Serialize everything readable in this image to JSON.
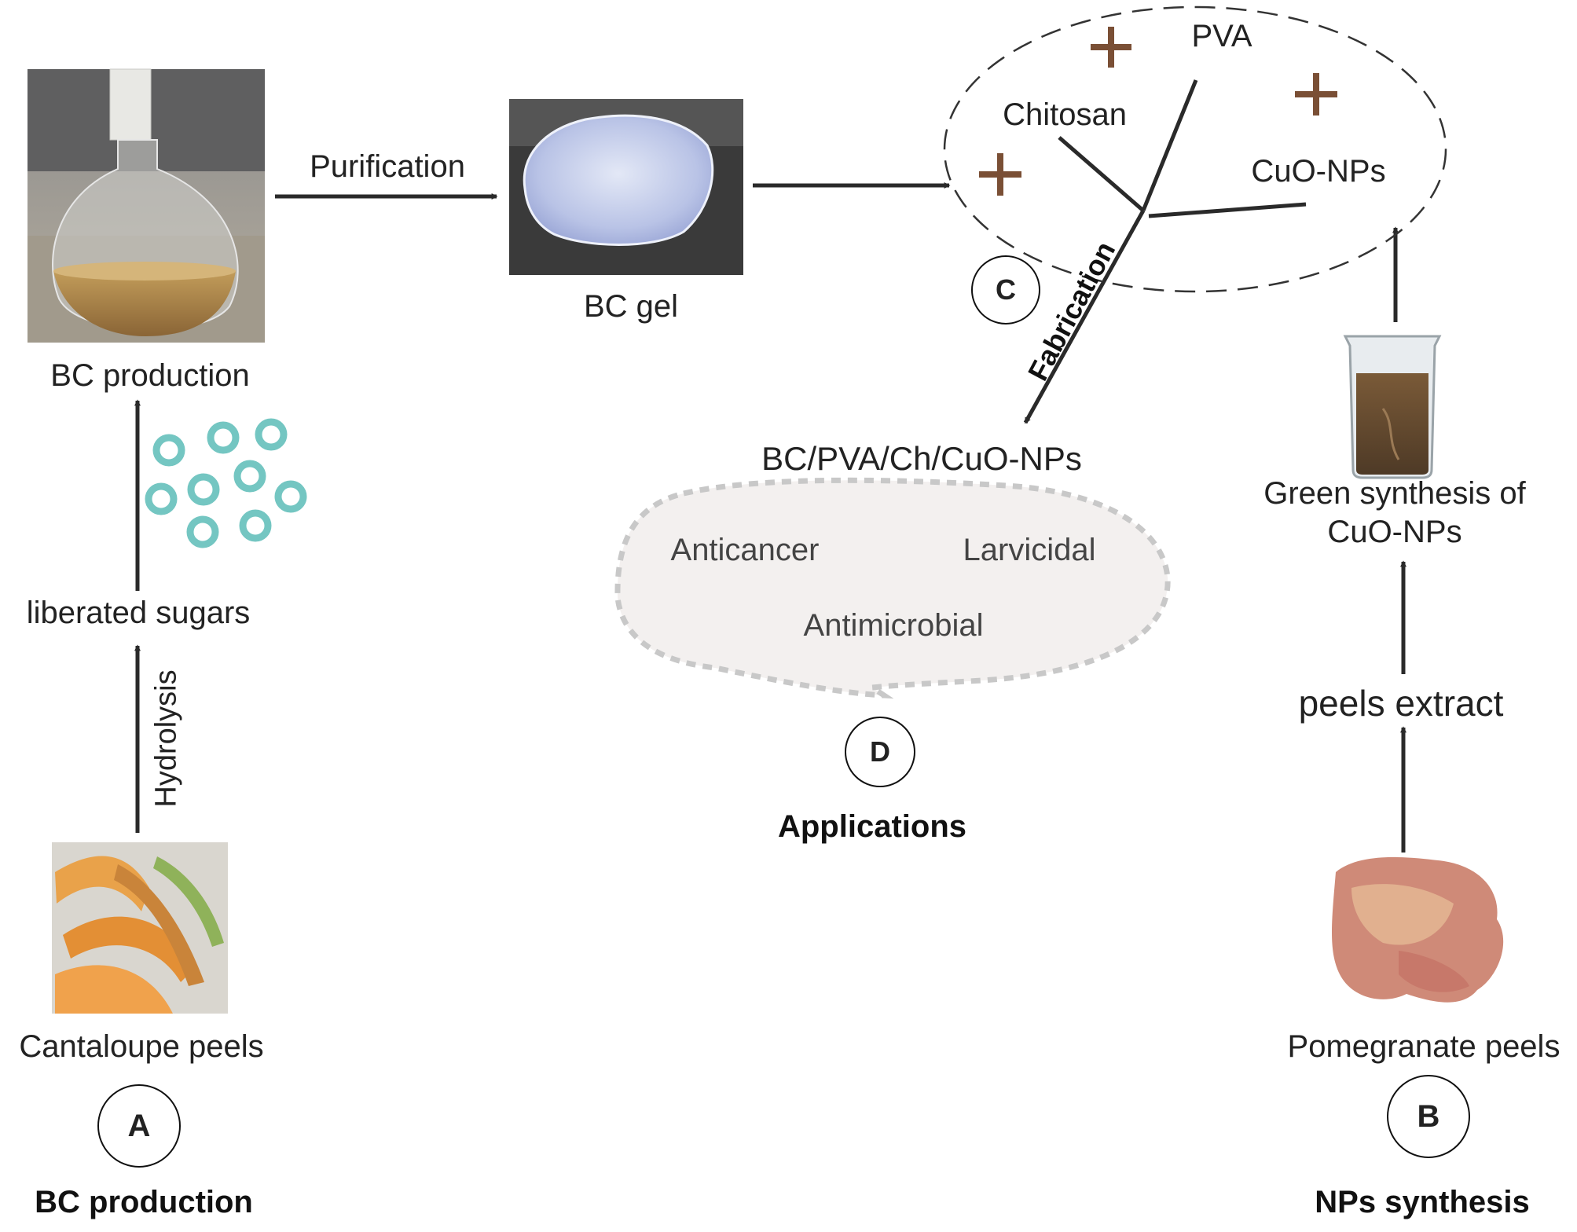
{
  "panels": {
    "a": {
      "letter": "A",
      "title": "BC production"
    },
    "b": {
      "letter": "B",
      "title": "NPs synthesis"
    },
    "c": {
      "letter": "C"
    },
    "d": {
      "letter": "D",
      "title": "Applications"
    }
  },
  "labels": {
    "cantaloupe_peels": "Cantaloupe peels",
    "hydrolysis": "Hydrolysis",
    "liberated_sugars": "liberated sugars",
    "bc_production": "BC production",
    "purification": "Purification",
    "bc_gel": "BC gel",
    "pva": "PVA",
    "chitosan": "Chitosan",
    "cuo_nps": "CuO-NPs",
    "fabrication": "Fabrication",
    "composite": "BC/PVA/Ch/CuO-NPs",
    "pomegranate_peels": "Pomegranate peels",
    "peels_extract": "peels extract",
    "green_synthesis_line1": "Green synthesis of",
    "green_synthesis_line2": "CuO-NPs"
  },
  "applications": {
    "anticancer": "Anticancer",
    "larvicidal": "Larvicidal",
    "antimicrobial": "Antimicrobial"
  },
  "colors": {
    "arrow": "#2a2a2a",
    "plus": "#7a4f35",
    "sugar_ring": "#74c6c2",
    "bubble_fill": "#f3f0ef",
    "bubble_border": "#c8c8c8"
  },
  "images": {
    "flask": "photo-flask-bc-culture",
    "gel": "photo-bc-gel",
    "cantaloupe": "photo-cantaloupe-peels",
    "pomegranate": "photo-pomegranate-peels",
    "beaker": "beaker-icon",
    "sugar": "sugar-molecules-icon"
  }
}
